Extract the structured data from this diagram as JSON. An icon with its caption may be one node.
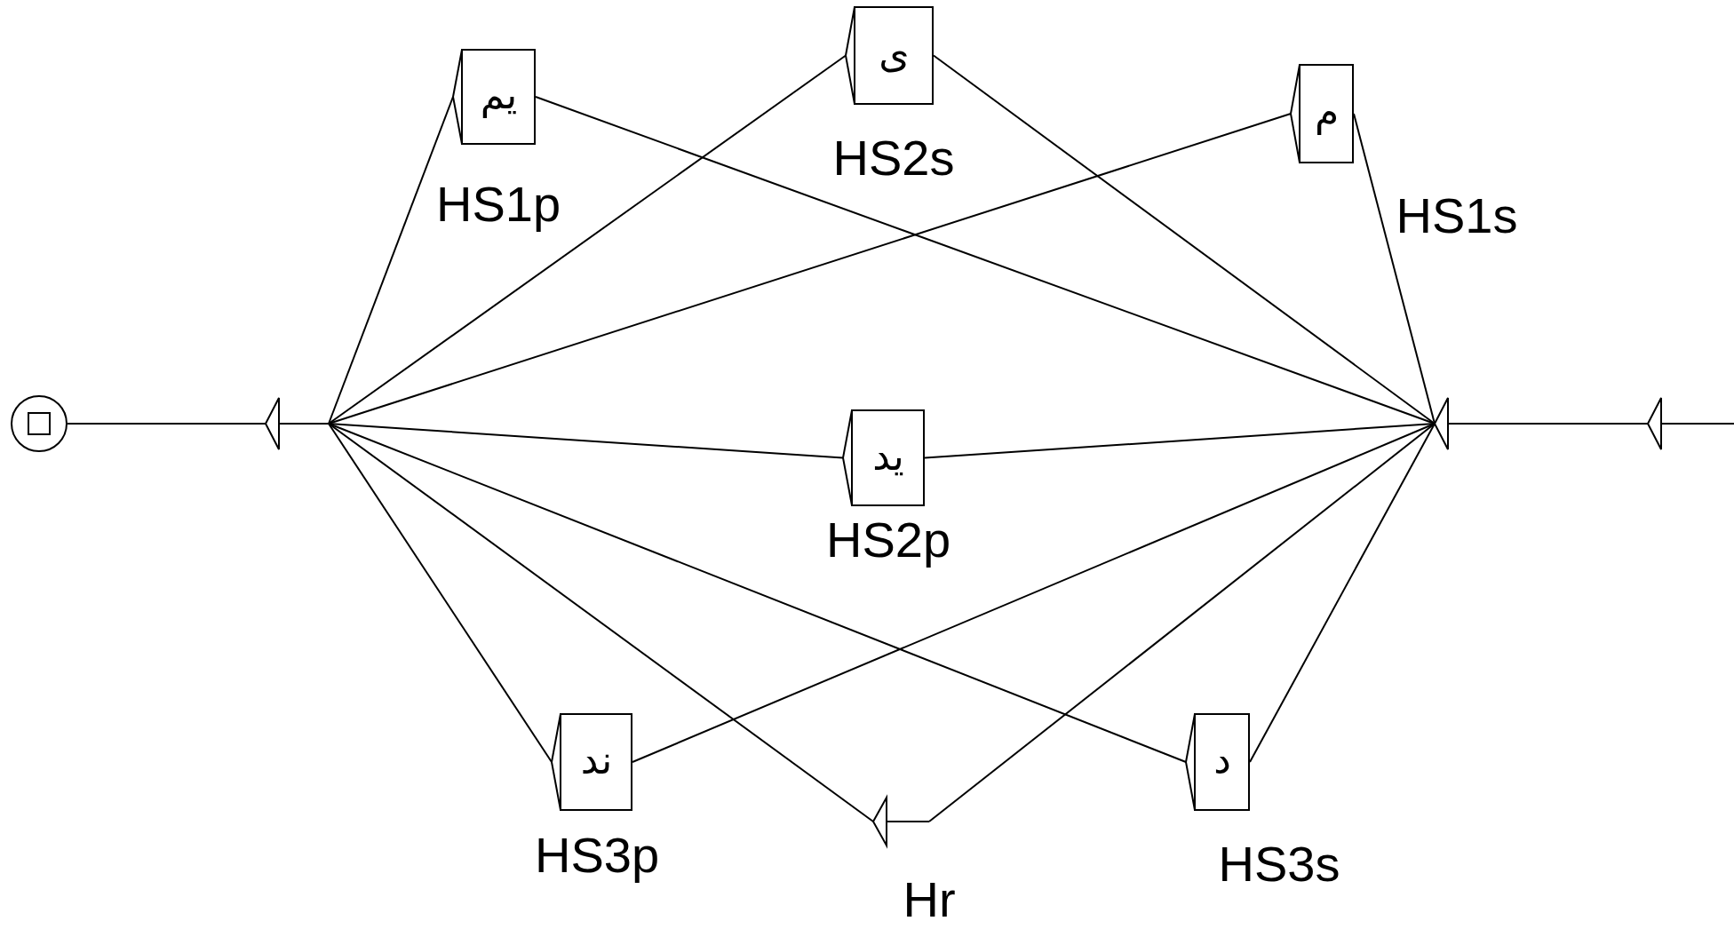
{
  "diagram": {
    "nodes": [
      {
        "text": [],
        "shape": "circle"
      },
      {
        "text": [],
        "shape": "triangle"
      },
      {
        "text": [
          "يم"
        ],
        "beside": [
          "HS1p"
        ]
      },
      {
        "text": [
          "ى"
        ],
        "beside": [
          "HS2s"
        ]
      },
      {
        "text": [
          "م"
        ],
        "beside": [
          "HS1s"
        ]
      },
      {
        "text": [
          "يد"
        ],
        "beside": [
          "HS2p"
        ]
      },
      {
        "text": [
          "ند"
        ],
        "beside": [
          "HS3p"
        ]
      },
      {
        "text": [],
        "shape": "triangle",
        "beside": [
          "Hr"
        ]
      },
      {
        "text": [
          "د"
        ],
        "beside": [
          "HS3s"
        ]
      },
      {
        "text": [],
        "shape": "triangle"
      },
      {
        "text": [],
        "shape": "triangle"
      }
    ],
    "edges": [
      {
        "from": 0,
        "to": 1,
        "arrow": "none"
      },
      {
        "from": 1,
        "to": 2,
        "arrow": "none"
      },
      {
        "from": 1,
        "to": 3,
        "arrow": "none"
      },
      {
        "from": 1,
        "to": 4,
        "arrow": "none"
      },
      {
        "from": 1,
        "to": 5,
        "arrow": "none"
      },
      {
        "from": 1,
        "to": 6,
        "arrow": "none"
      },
      {
        "from": 1,
        "to": 7,
        "arrow": "none"
      },
      {
        "from": 1,
        "to": 8,
        "arrow": "none"
      },
      {
        "from": 2,
        "to": 9,
        "arrow": "none"
      },
      {
        "from": 3,
        "to": 9,
        "arrow": "none"
      },
      {
        "from": 4,
        "to": 9,
        "arrow": "none"
      },
      {
        "from": 5,
        "to": 9,
        "arrow": "none"
      },
      {
        "from": 6,
        "to": 9,
        "arrow": "none"
      },
      {
        "from": 7,
        "to": 9,
        "arrow": "none"
      },
      {
        "from": 8,
        "to": 9,
        "arrow": "none"
      },
      {
        "from": 9,
        "to": 10,
        "arrow": "none"
      },
      {
        "from": 10,
        "to": null,
        "arrow": "none"
      }
    ]
  }
}
